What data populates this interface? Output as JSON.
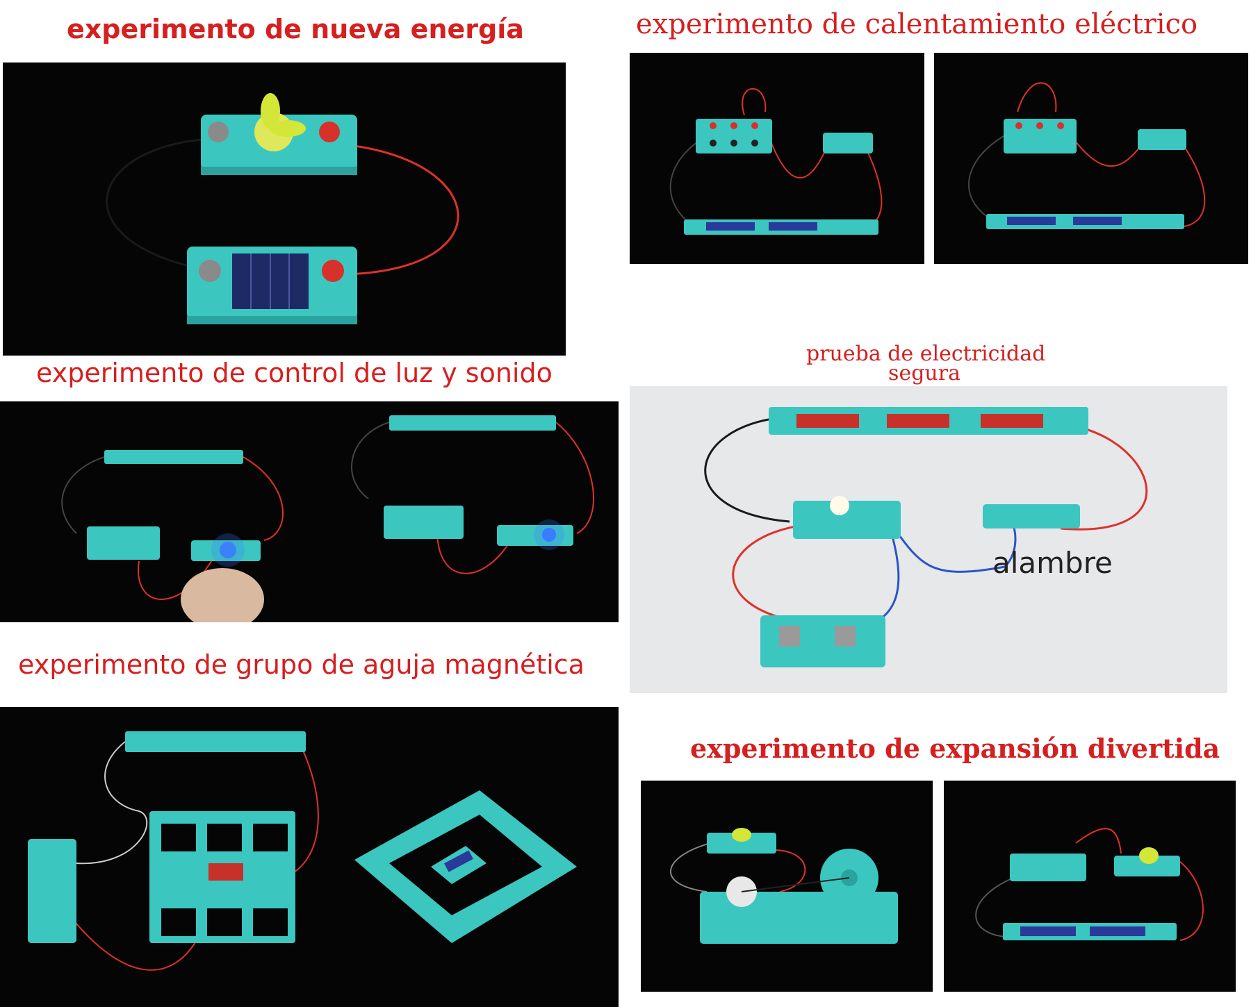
{
  "captions": {
    "new_energy": "experimento de nueva energía",
    "electric_heating": "experimento de calentamiento eléctrico",
    "light_sound": "experimento de control de luz y sonido",
    "safe_electricity_line1": "prueba de electricidad",
    "safe_electricity_line2": "segura",
    "magnetic_needle": "experimento de grupo de aguja magnética",
    "fun_expansion": "experimento de expansión divertida"
  },
  "labels": {
    "wire": "alambre"
  },
  "colors": {
    "caption_red": "#d61f1f",
    "module_teal": "#3cc6c0",
    "wire_red": "#e0302a",
    "wire_black": "#1a1a1a",
    "wire_blue": "#2a55c8",
    "photo_black": "#050505",
    "photo_grey": "#e6e8ea"
  }
}
